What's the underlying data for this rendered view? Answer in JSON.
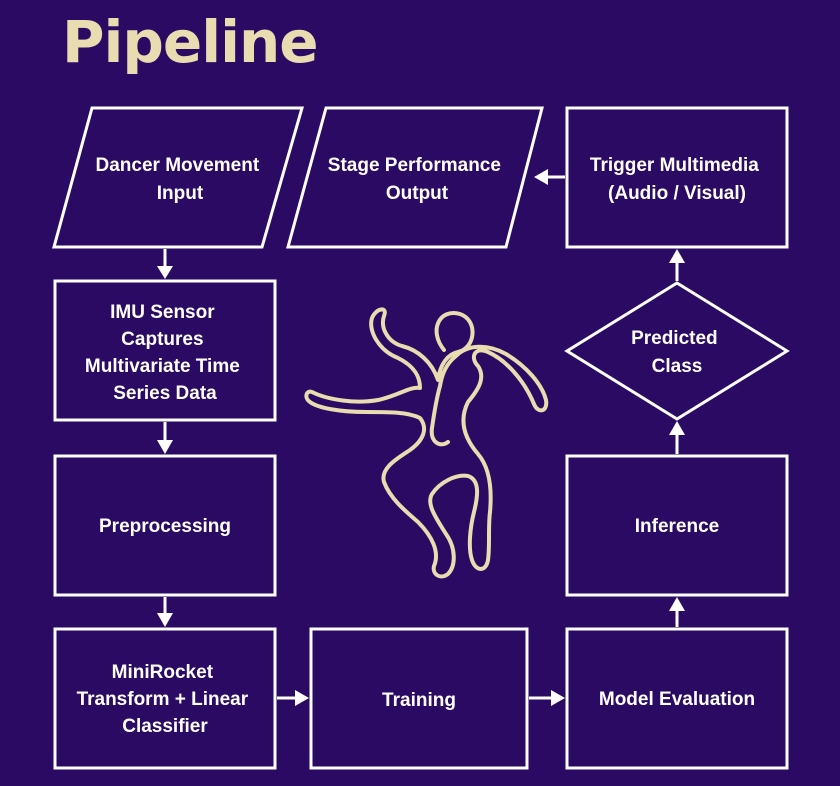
{
  "title": "Pipeline",
  "colors": {
    "background": "#2b0a63",
    "title": "#e8dcb0",
    "stroke": "#ffffff",
    "figure": "#e8dcb0"
  },
  "nodes": {
    "dancer_input": {
      "shape": "parallelogram",
      "lines": [
        "Dancer Movement",
        "Input"
      ]
    },
    "stage_output": {
      "shape": "parallelogram",
      "lines": [
        "Stage Performance",
        "Output"
      ]
    },
    "trigger": {
      "shape": "rectangle",
      "lines": [
        "Trigger Multimedia",
        "(Audio / Visual)"
      ]
    },
    "imu": {
      "shape": "rectangle",
      "lines": [
        "IMU Sensor",
        "Captures",
        "Multivariate Time",
        "Series Data"
      ]
    },
    "predicted": {
      "shape": "diamond",
      "lines": [
        "Predicted",
        "Class"
      ]
    },
    "preprocessing": {
      "shape": "rectangle",
      "lines": [
        "Preprocessing"
      ]
    },
    "inference": {
      "shape": "rectangle",
      "lines": [
        "Inference"
      ]
    },
    "minirocket": {
      "shape": "rectangle",
      "lines": [
        "MiniRocket",
        "Transform + Linear",
        "Classifier"
      ]
    },
    "training": {
      "shape": "rectangle",
      "lines": [
        "Training"
      ]
    },
    "evaluation": {
      "shape": "rectangle",
      "lines": [
        "Model Evaluation"
      ]
    }
  },
  "edges": [
    [
      "dancer_input",
      "imu"
    ],
    [
      "imu",
      "preprocessing"
    ],
    [
      "preprocessing",
      "minirocket"
    ],
    [
      "minirocket",
      "training"
    ],
    [
      "training",
      "evaluation"
    ],
    [
      "evaluation",
      "inference"
    ],
    [
      "inference",
      "predicted"
    ],
    [
      "predicted",
      "trigger"
    ],
    [
      "trigger",
      "stage_output"
    ]
  ],
  "decoration": {
    "icon": "dancer-figure-icon"
  }
}
